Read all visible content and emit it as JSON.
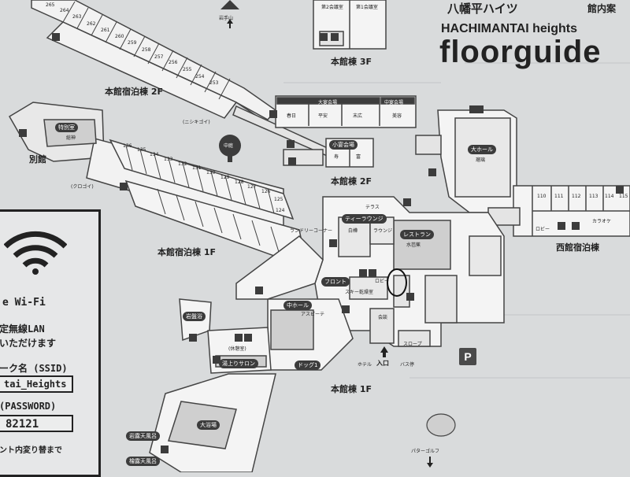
{
  "header": {
    "brand_line": "八幡平ハイツ",
    "brand_tail": "館内案",
    "english_name": "HACHIMANTAI heights",
    "floorguide": "floorguide"
  },
  "buildings": {
    "main_3f": "本館棟 3F",
    "main_2f": "本館棟 2F",
    "main_1f": "本館棟 1F",
    "lodging_2f": "本館宿泊棟 2F",
    "lodging_1f": "本館宿泊棟 1F",
    "west_wing": "西館宿泊棟",
    "annex": "別館"
  },
  "rooms_2f": [
    "265",
    "264",
    "263",
    "262",
    "261",
    "260",
    "259",
    "258",
    "257",
    "256",
    "255",
    "254",
    "253"
  ],
  "rooms_lodging_2f": [
    "136",
    "135",
    "134",
    "133",
    "132",
    "131",
    "130",
    "129",
    "128",
    "127",
    "126",
    "125",
    "124"
  ],
  "rooms_west": [
    "110",
    "111",
    "112",
    "113",
    "114",
    "115"
  ],
  "labels": {
    "iwate_san": "岩手山",
    "nakaniwa": "中庭",
    "banquet": "大宴会場",
    "banquet_rooms": [
      "春日",
      "平安",
      "末広"
    ],
    "small_banquet": "中宴会場",
    "beauty": "美容",
    "medium_hall": "小宴会場",
    "kotobuki": "寿",
    "fuji": "富",
    "big_hall": "大ホール",
    "ruri": "瑠璃",
    "third_floor_rooms": [
      "第1会議室",
      "第2会議室"
    ],
    "special_room": "特別室",
    "suite": "総神",
    "kurogoi": "(クロゴイ)",
    "nishikigoi": "(ニシキゴイ)",
    "terrace": "テラス",
    "tea_corner": "ティーラウンジ",
    "hakuhou": "白樺",
    "lounge": "ラウンジ",
    "restaurant": "レストラン",
    "suiga": "水芭蕉",
    "laundry": "ランドリーコーナー",
    "front_corner": "フロント",
    "lobby": "ロビー",
    "ski_room": "スキー乾燥室",
    "central_hall": "中ホール",
    "aspiite": "アスピーテ",
    "iwaburo": "岩盤浴",
    "sauna": "(休憩室)",
    "yu_agari": "湯上りサロン",
    "doggu": "ドッグ1",
    "daiyokujo": "大浴場",
    "outdoor1": "岩露天風呂",
    "outdoor2": "檜露天風呂",
    "entrance": "入口",
    "slope": "スロープ",
    "kaidan": "会談",
    "hotel": "ホテル",
    "bus_stop": "バス停",
    "putter_golf": "パターゴルフ",
    "west_lobby": "ロビー",
    "karaoke": "カラオケ",
    "parking": "P",
    "wifi_label": "e Wi-Fi",
    "wifi_line1": "定無線LAN",
    "wifi_line2": "いただけます",
    "ssid_label": "ーク名 (SSID)",
    "ssid_value": "tai_Heights",
    "password_label": "(PASSWORD)",
    "password_value": "82121",
    "wifi_footer": "ント内変り替まで"
  }
}
